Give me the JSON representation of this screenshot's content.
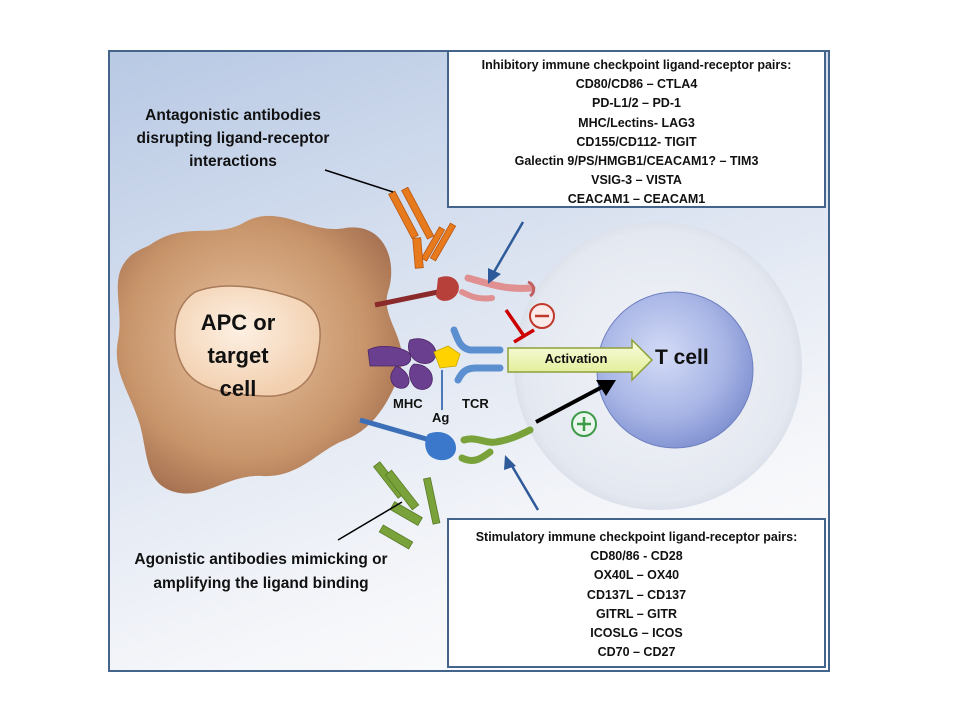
{
  "inhibitory": {
    "title": "Inhibitory immune checkpoint ligand-receptor pairs:",
    "pairs": [
      "CD80/CD86 – CTLA4",
      "PD-L1/2 – PD-1",
      "MHC/Lectins- LAG3",
      "CD155/CD112-  TIGIT",
      "Galectin 9/PS/HMGB1/CEACAM1? – TIM3",
      "VSIG-3 – VISTA",
      "CEACAM1 – CEACAM1"
    ]
  },
  "stimulatory": {
    "title": "Stimulatory immune checkpoint ligand-receptor pairs:",
    "pairs": [
      "CD80/86 - CD28",
      "OX40L – OX40",
      "CD137L – CD137",
      "GITRL – GITR",
      "ICOSLG – ICOS",
      "CD70 – CD27"
    ]
  },
  "labels": {
    "antagonistic": "Antagonistic antibodies disrupting ligand-receptor interactions",
    "agonistic": "Agonistic antibodies mimicking or amplifying the ligand binding",
    "apc": "APC or target cell",
    "tcell": "T cell",
    "mhc": "MHC",
    "ag": "Ag",
    "tcr": "TCR",
    "activation": "Activation"
  },
  "colors": {
    "frame_border": "#44648c",
    "apc_outer": "#c8956b",
    "apc_nucleus": "#f6d8bd",
    "tcell_outer": "#e2e7f0",
    "tcell_nucleus": "#a2afe0",
    "inhibitory": "#c0392b",
    "stimulatory": "#3d9a4a",
    "antibody_orange": "#e87a1e",
    "antibody_green": "#7aa23a",
    "mhc_purple": "#6b3f8f",
    "tcr_blue": "#5b8fd0",
    "antigen_yellow": "#ffd200",
    "activation_arrow": "#eef5b0"
  },
  "icons": {
    "minus": "minus-circle-icon",
    "plus": "plus-circle-icon"
  }
}
